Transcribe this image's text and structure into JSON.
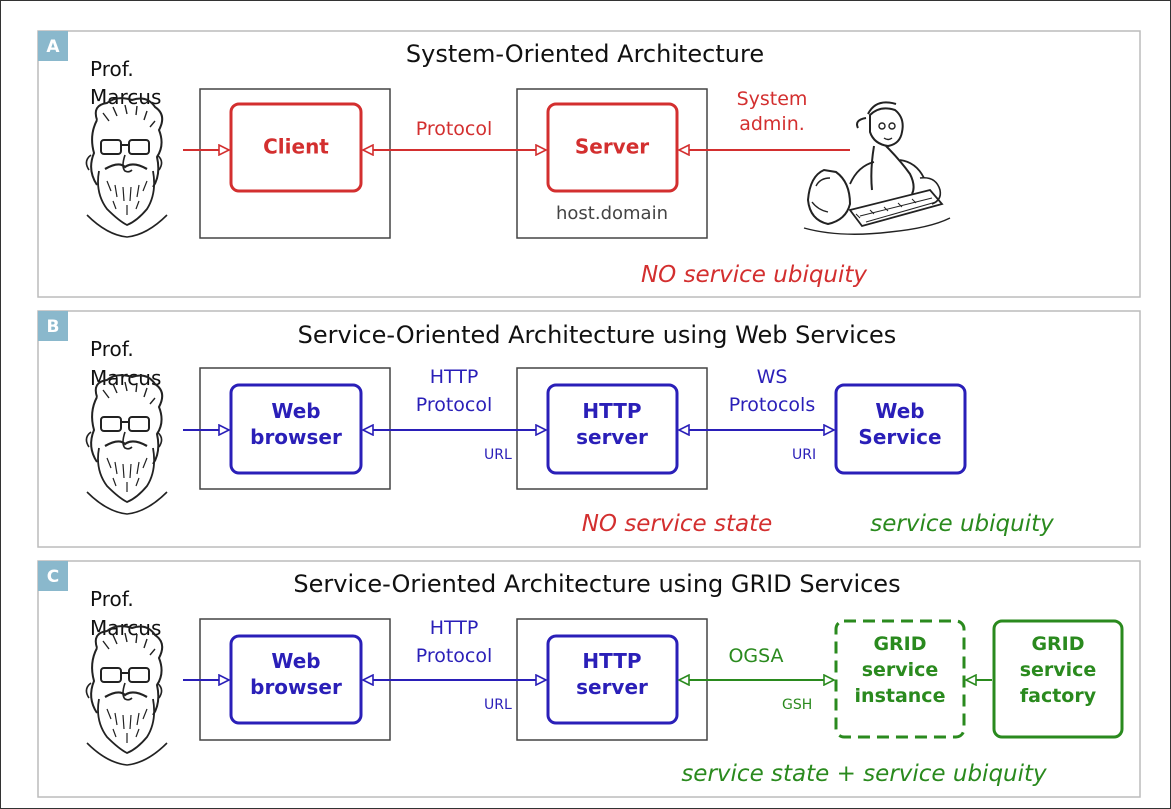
{
  "colors": {
    "red": "#d32f2f",
    "blue": "#2a1fb8",
    "green": "#2a8a1e",
    "badge": "#8ab8cc",
    "panel_border": "#bcbcbc",
    "box_border": "#444444",
    "gray_text": "#444444"
  },
  "panels": [
    {
      "badge": "A",
      "title": "System-Oriented Architecture",
      "user_label": [
        "Prof.",
        "Marcus"
      ],
      "client": [
        "Client"
      ],
      "server": [
        "Server"
      ],
      "link1_label": [
        "Protocol"
      ],
      "host_label": "host.domain",
      "admin_label": [
        "System",
        "admin."
      ],
      "tagline": "NO service ubiquity"
    },
    {
      "badge": "B",
      "title": "Service-Oriented Architecture using Web Services",
      "user_label": [
        "Prof.",
        "Marcus"
      ],
      "client": [
        "Web",
        "browser"
      ],
      "server": [
        "HTTP",
        "server"
      ],
      "link1_label": [
        "HTTP",
        "Protocol"
      ],
      "url_label": "URL",
      "link2_label": [
        "WS",
        "Protocols"
      ],
      "uri_label": "URI",
      "service": [
        "Web",
        "Service"
      ],
      "tagline_left": "NO service state",
      "tagline_right": "service ubiquity"
    },
    {
      "badge": "C",
      "title": "Service-Oriented Architecture using GRID Services",
      "user_label": [
        "Prof.",
        "Marcus"
      ],
      "client": [
        "Web",
        "browser"
      ],
      "server": [
        "HTTP",
        "server"
      ],
      "link1_label": [
        "HTTP",
        "Protocol"
      ],
      "url_label": "URL",
      "link2_label": [
        "OGSA"
      ],
      "gsh_label": "GSH",
      "instance": [
        "GRID",
        "service",
        "instance"
      ],
      "factory": [
        "GRID",
        "service",
        "factory"
      ],
      "tagline": "service state + service ubiquity"
    }
  ]
}
